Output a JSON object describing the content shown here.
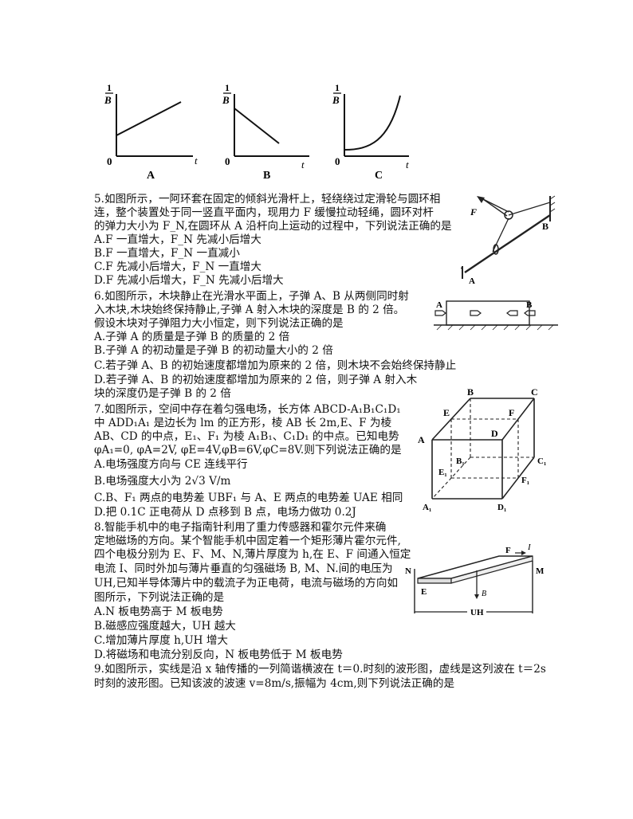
{
  "top_graphs": {
    "y_axis_label": "B",
    "y_axis_label_numerator": "1",
    "origin": "0",
    "x_axis_label": "t",
    "captions": [
      "A",
      "B",
      "C"
    ]
  },
  "q5": {
    "lines": [
      "5.如图所示，一阿环套在固定的倾斜光滑杆上，轻绕绕过定滑轮与圆环相",
      "连，整个装置处于同一竖直平面内，现用力 F 缓慢拉动轻绳，圆环对杆",
      "的弹力大小为 F_N,在圆环从 A 沿杆向上运动的过程中，下列说法正确的是",
      "A.F 一直增大，F_N 先减小后增大",
      "B.F 一直增大，F_N 一直减小",
      "C.F 先减小后增大，F_N 一直增大",
      "D.F 先减小后增大，F_N 先减小后增大"
    ],
    "figure_labels": {
      "force": "F",
      "a": "A",
      "b": "B"
    }
  },
  "q6": {
    "lines": [
      "6.如图所示，木块静止在光滑水平面上，子弹 A、B 从两侧同时射",
      "入木块,木块始终保持静止,子弹 A 射入木块的深度是 B 的 2 倍。",
      "假设木块对子弹阻力大小恒定，则下列说法正确的是",
      "A.子弹 A 的质量是子弹 B 的质量的 2 倍",
      "B.子弹 A 的初动量是子弹 B 的初动量大小的 2 倍",
      "C.若子弹 A、B 的初始速度都增加为原来的 2 倍，则木块不会始终保持静止",
      "D.若子弹 A、B 的初始速度都增加为原来的 2 倍，则子弹 A 射入木",
      "块的深度仍是子弹 B 的 2 倍"
    ],
    "figure_labels": {
      "a": "A",
      "b": "B"
    }
  },
  "q7": {
    "lines": [
      "7.如图所示，空间中存在着匀强电场，长方体 ABCD-A₁B₁C₁D₁",
      "中 ADD₁A₁ 是边长为 lm 的正方形，棱 AB 长 2m,E、F 为棱",
      "AB、CD 的中点，E₁、F₁ 为棱 A₁B₁、C₁D₁ 的中点。已知电势",
      "φA₁=0, φA=2V, φE=4V,φB=6V,φC=8V.则下列说法正确的是",
      "A.电场强度方向与 CE 连线平行",
      "B.电场强度大小为 2√3 V/m",
      "C.B、F₁ 两点的电势差 UBF₁ 与 A、E 两点的电势差 UAE 相同",
      "D.把 0.1C 正电荷从 D 点移到 B 点，电场力做功 0.2J"
    ],
    "figure_labels": [
      "A",
      "B",
      "C",
      "D",
      "E",
      "F",
      "A₁",
      "B₁",
      "C₁",
      "D₁",
      "E₁",
      "F₁"
    ]
  },
  "q8": {
    "lines": [
      "8.智能手机中的电子指南针利用了重力传感器和霍尔元件来确",
      "定地磁场的方向。某个智能手机中固定着一个矩形薄片霍尔元件,",
      "四个电极分别为 E、F、M、N,薄片厚度为 h,在 E、F 间通入恒定",
      "电流 I、同时外加与薄片垂直的匀强磁场 B, M、N.间的电压为",
      "UH,已知半导体薄片中的载流子为正电荷，电流与磁场的方向如",
      "图所示，下列说法正确的是",
      "A.N 板电势高于 M 板电势",
      "B.磁感应强度越大，UH 越大",
      "C.增加薄片厚度 h,UH 增大",
      "D.将磁场和电流分别反向，N 板电势低于 M 板电势"
    ],
    "figure_labels": {
      "f": "F",
      "i": "I",
      "n": "N",
      "m": "M",
      "e": "E",
      "b": "B",
      "u": "UH"
    }
  },
  "q9": {
    "lines": [
      "9.如图所示，实线是沿 x 轴传播的一列简谐横波在 t＝0.时刻的波形图，虚线是这列波在 t＝2s",
      "时刻的波形图。已知该波的波速 v=8m/s,振幅为 4cm,则下列说法正确的是"
    ]
  }
}
